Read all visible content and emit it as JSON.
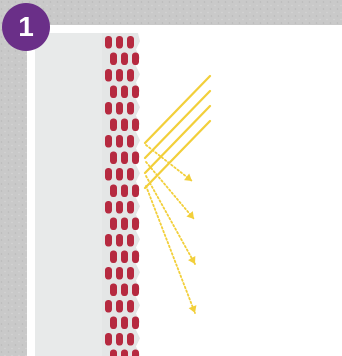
{
  "badge": {
    "label": "1"
  },
  "colors": {
    "background": "#c9c9c9",
    "background_speckle": "#b9b9b9",
    "panel": "#ffffff",
    "inner_wall": "#e8eaea",
    "brick_cell": "#b62a40",
    "brick_mortar": "#e4e6e6",
    "ray": "#f2cf3a",
    "badge": "#6a2f88",
    "badge_text": "#ffffff"
  },
  "icons": {
    "badge": "numbered-circle",
    "wall": "perforated-brick-wall",
    "incident_rays": "solid-arrow-lines",
    "reflected_rays": "dotted-arrow-lines"
  }
}
